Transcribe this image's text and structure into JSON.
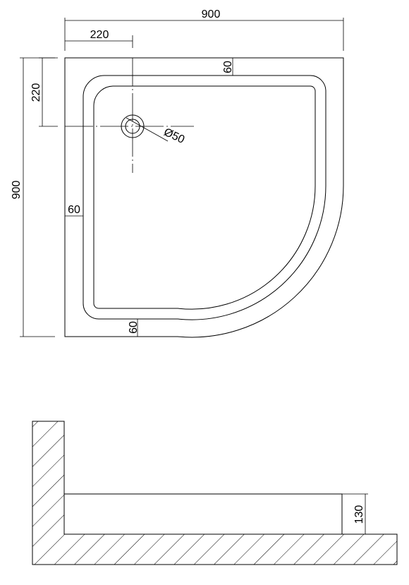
{
  "plan": {
    "dim_width_total": "900",
    "dim_drain_offset_x": "220",
    "dim_drain_offset_y": "220",
    "dim_height_total": "900",
    "dim_rim_top": "60",
    "dim_rim_left": "60",
    "dim_rim_bottom": "60",
    "dim_drain_diameter": "Ø50"
  },
  "section": {
    "dim_tray_height": "130"
  }
}
